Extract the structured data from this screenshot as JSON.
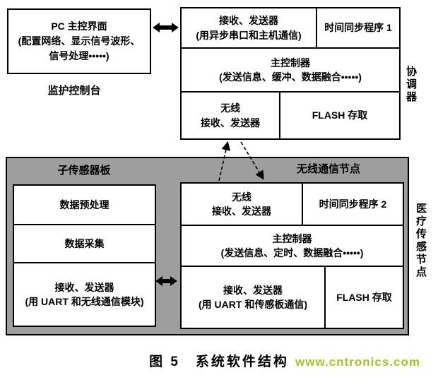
{
  "pc": {
    "title": "PC 主控界面",
    "desc": "(配置网络、显示信号波形、信号处理•••••)",
    "label": "监护控制台"
  },
  "coordinator": {
    "side_label": "协调器",
    "rx_title": "接收、发送器",
    "rx_desc": "(用异步串口和主机通信)",
    "time_sync": "时间同步程序 1",
    "main_title": "主控制器",
    "main_desc": "(发送信息、缓冲、数据融合•••••)",
    "wireless_line1": "无线",
    "wireless_line2": "接收、发送器",
    "flash": "FLASH 存取"
  },
  "sensor_node": {
    "side_label": "医疗传感节点",
    "board_label": "子传感器板",
    "node_label": "无线通信节点",
    "left": {
      "row1": "数据预处理",
      "row2": "数据采集",
      "row3_title": "接收、发送器",
      "row3_desc": "(用 UART 和无线通信模块)"
    },
    "right": {
      "wireless_line1": "无线",
      "wireless_line2": "接收、发送器",
      "time_sync": "时间同步程序 2",
      "main_title": "主控制器",
      "main_desc": "(发送信息、定时、数据融合•••••)",
      "rx_title": "接收、发送器",
      "rx_desc": "(用 UART 和传感板通信)",
      "flash": "FLASH 存取"
    }
  },
  "caption": "图 5　系统软件结构",
  "watermark": "www.cntronics.com",
  "colors": {
    "node_bg": "#9e9e9e",
    "watermark": "#a2c32d"
  }
}
